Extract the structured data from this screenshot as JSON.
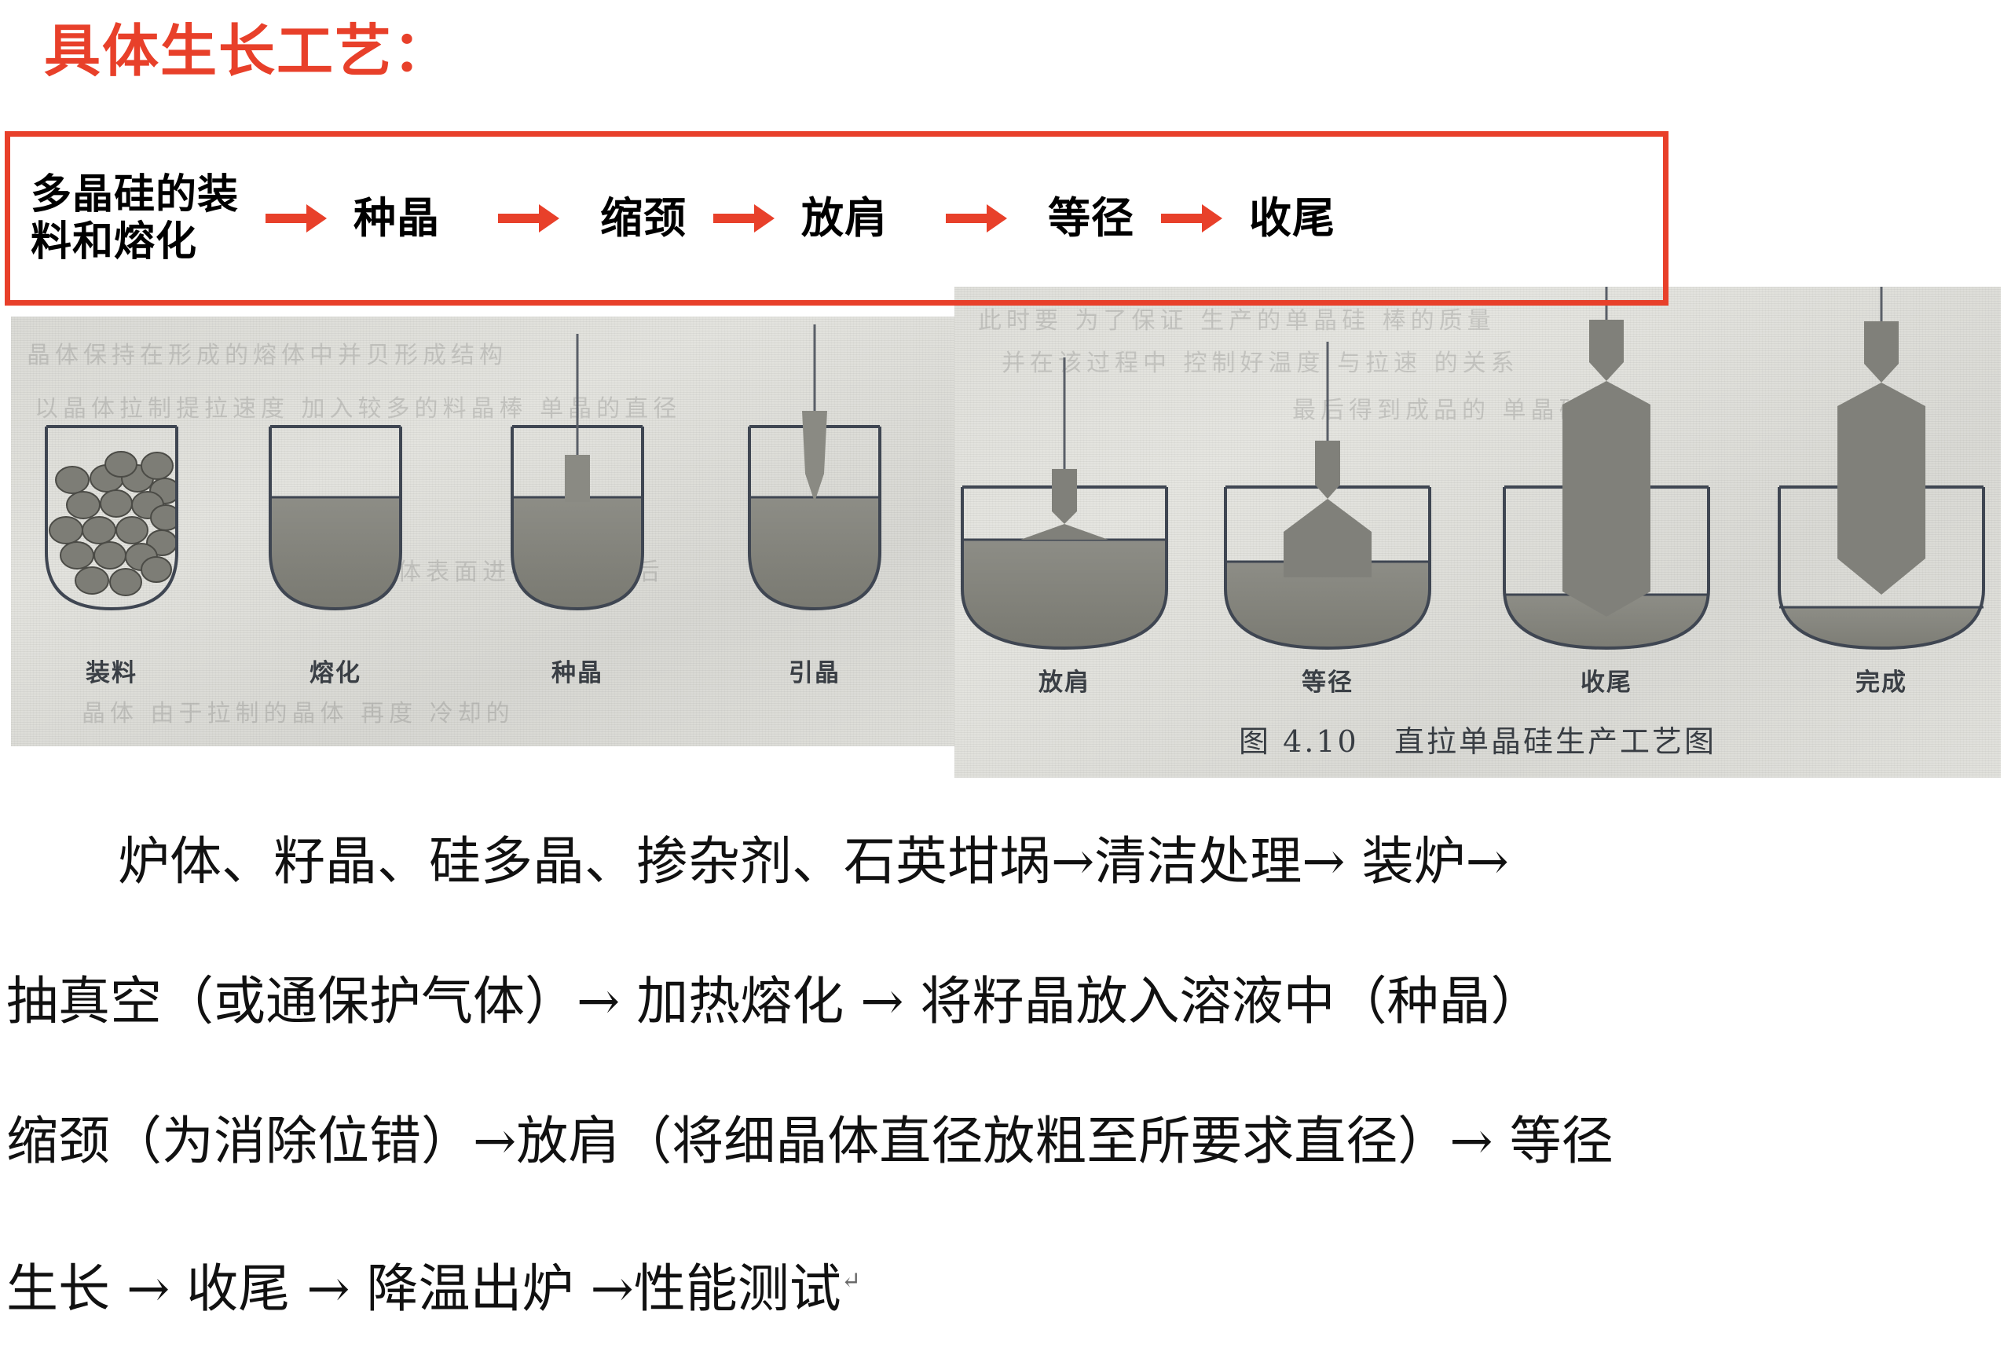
{
  "title": "具体生长工艺：",
  "accent_color": "#e8402a",
  "flow": {
    "steps": [
      "多晶硅的装\n料和熔化",
      "种晶",
      "缩颈",
      "放肩",
      "等径",
      "收尾"
    ],
    "arrow_icon": "right-arrow-icon",
    "arrow_count": 5
  },
  "figure_left": {
    "stages": [
      "装料",
      "熔化",
      "种晶",
      "引晶"
    ]
  },
  "figure_right": {
    "stages": [
      "放肩",
      "等径",
      "收尾",
      "完成"
    ],
    "caption": "图 4.10   直拉单晶硅生产工艺图"
  },
  "process_text": {
    "lines": [
      "炉体、籽晶、硅多晶、掺杂剂、石英坩埚→清洁处理→ 装炉→",
      "抽真空（或通保护气体）→ 加热熔化 →  将籽晶放入溶液中（种晶）",
      "缩颈（为消除位错）→放肩（将细晶体直径放粗至所要求直径）→ 等径",
      "生长 → 收尾 → 降温出炉 →性能测试"
    ],
    "tail_mark": "↵"
  }
}
